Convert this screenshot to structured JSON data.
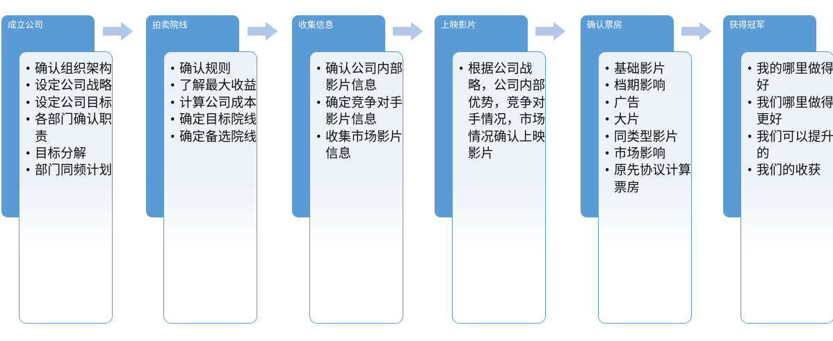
{
  "diagram": {
    "type": "process-flow",
    "title": "",
    "accent_color": "#5B9BD5",
    "arrow_color": "#B4C7E7",
    "card_border_color": "#5B9BD5",
    "header_text_color": "#FFFFFF",
    "body_text_color": "#0D0D0D",
    "stages": [
      {
        "header": "成立公司",
        "items": [
          "确认组织架构",
          "设定公司战略",
          "设定公司目标",
          "各部门确认职责",
          "目标分解",
          "部门同频计划"
        ]
      },
      {
        "header": "拍卖院线",
        "items": [
          "确认规则",
          "了解最大收益",
          "计算公司成本",
          "确定目标院线",
          "确定备选院线"
        ]
      },
      {
        "header": "收集信息",
        "items": [
          "确认公司内部影片信息",
          "确定竞争对手影片信息",
          "收集市场影片信息"
        ]
      },
      {
        "header": "上映影片",
        "items": [
          "根据公司战略，公司内部优势，竞争对手情况，市场情况确认上映影片"
        ]
      },
      {
        "header": "确认票房",
        "items": [
          "基础影片",
          "档期影响",
          "广告",
          "大片",
          "同类型影片",
          "市场影响",
          "原先协议计算票房"
        ]
      },
      {
        "header": "获得冠军",
        "items": [
          "我的哪里做得好",
          "我们哪里做得更好",
          "我们可以提升的",
          "我们的收获"
        ]
      }
    ],
    "connectors": [
      {
        "name": "arrow-1"
      },
      {
        "name": "arrow-2"
      },
      {
        "name": "arrow-3"
      },
      {
        "name": "arrow-4"
      },
      {
        "name": "arrow-5"
      }
    ]
  }
}
